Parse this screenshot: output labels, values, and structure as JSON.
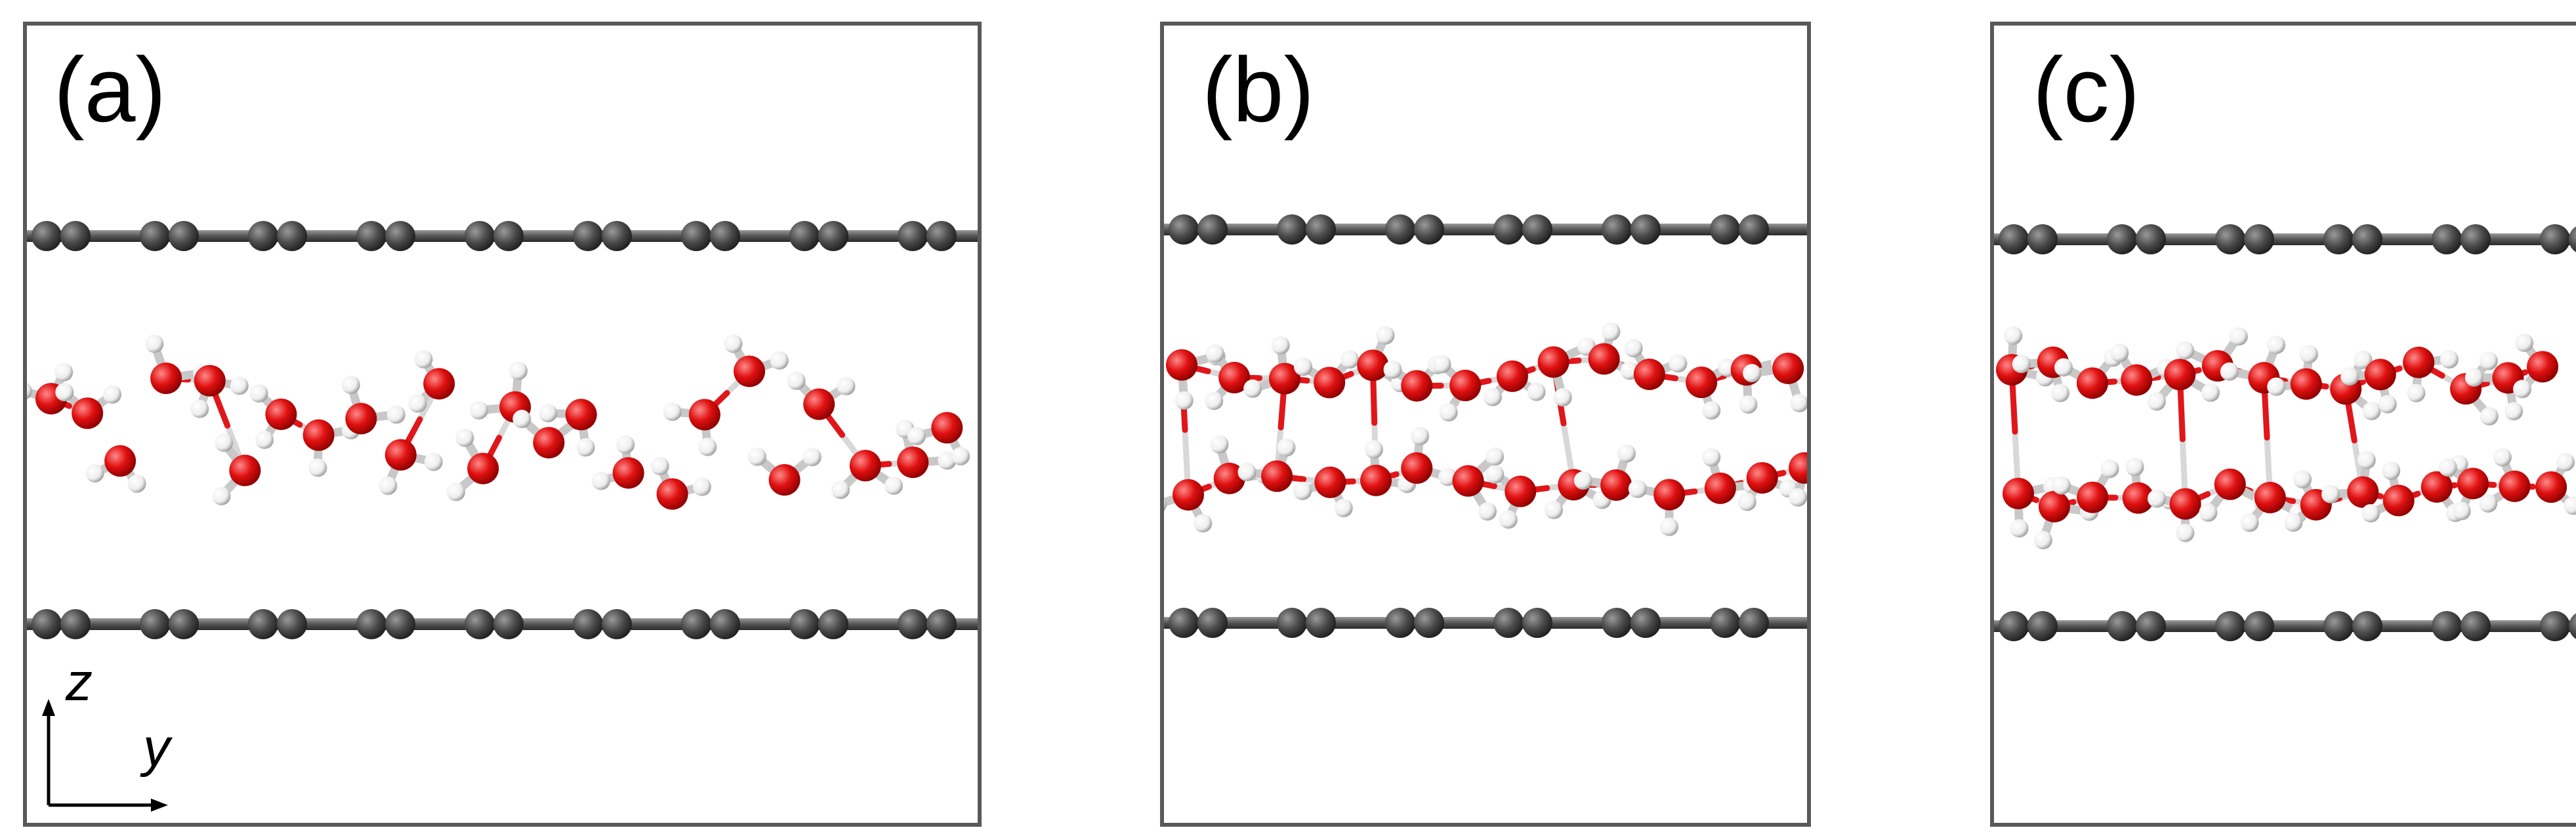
{
  "panels": [
    {
      "label": "(a)",
      "water_layers": "single"
    },
    {
      "label": "(b)",
      "water_layers": "bilayer"
    },
    {
      "label": "(c)",
      "water_layers": "bilayer-dense"
    }
  ],
  "axes": {
    "vertical": "z",
    "horizontal": "y"
  },
  "colors": {
    "frame": "#595959",
    "carbon": "#4a4a4a",
    "oxygen": "#e8141a",
    "hydrogen": "#f2f2f2"
  }
}
